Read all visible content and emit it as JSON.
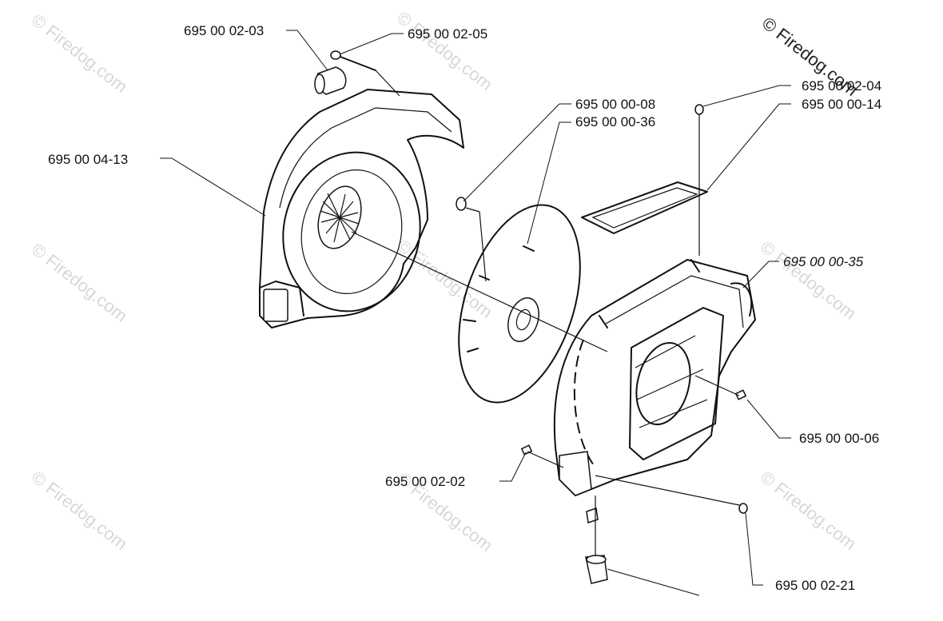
{
  "watermark": {
    "main": "© Firedog.com",
    "repeat": "© Firedog.com"
  },
  "labels": {
    "l0203": "695 00 02-03",
    "l0205": "695 00 02-05",
    "l0413": "695 00 04-13",
    "l0008": "695 00 00-08",
    "l0036": "695 00 00-36",
    "l0204": "695 00 02-04",
    "l0014": "695 00 00-14",
    "l0035": "695 00 00-35",
    "l0006": "695 00 00-06",
    "l0202": "695 00 02-02",
    "l0221": "695 00 02-21"
  }
}
